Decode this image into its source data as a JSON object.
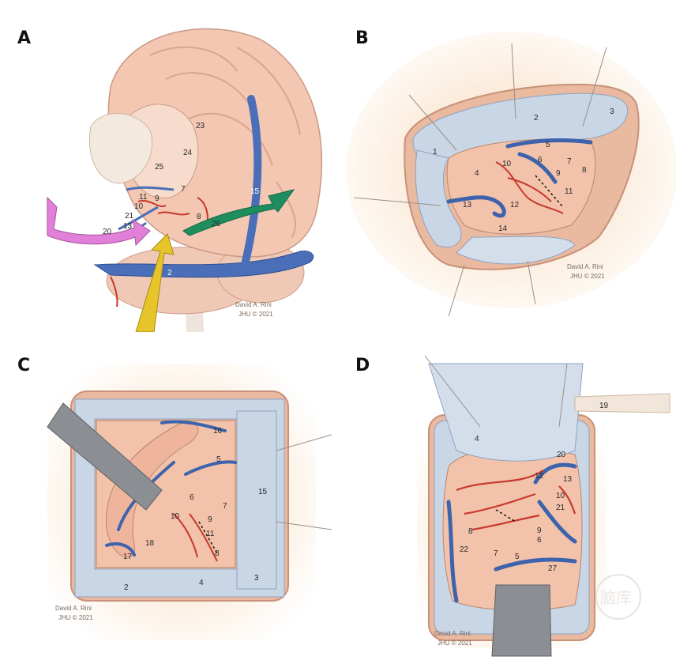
{
  "panels": {
    "a": {
      "label": "A"
    },
    "b": {
      "label": "B"
    },
    "c": {
      "label": "C"
    },
    "d": {
      "label": "D"
    }
  },
  "credit": {
    "line1": "David A. Rini",
    "line2": "JHU © 2021"
  },
  "callouts": {
    "a": [
      "23",
      "24",
      "25",
      "15",
      "2",
      "7",
      "8",
      "9",
      "10",
      "11",
      "13",
      "20",
      "21",
      "26"
    ],
    "b": [
      "1",
      "2",
      "3",
      "4",
      "5",
      "6",
      "7",
      "8",
      "9",
      "10",
      "11",
      "12",
      "13",
      "14"
    ],
    "c": [
      "16",
      "5",
      "15",
      "6",
      "7",
      "9",
      "10",
      "11",
      "8",
      "18",
      "17",
      "2",
      "4",
      "3"
    ],
    "d": [
      "19",
      "4",
      "20",
      "12",
      "13",
      "10",
      "21",
      "9",
      "6",
      "8",
      "22",
      "7",
      "5",
      "27"
    ]
  },
  "watermark": {
    "text": "脑库"
  }
}
